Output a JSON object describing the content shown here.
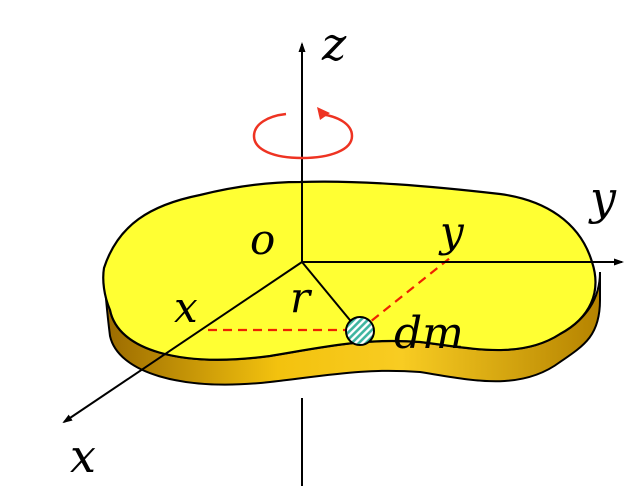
{
  "labels": {
    "z_axis": "z",
    "y_axis": "y",
    "x_axis": "x",
    "origin": "o",
    "radius": "r",
    "point_x": "x",
    "point_y": "y",
    "mass_element": "dm"
  },
  "colors": {
    "plate_top": "#ffff33",
    "plate_side_light": "#f5c40f",
    "plate_side_dark": "#b07800",
    "outline": "#000000",
    "rotation_arrow": "#ee3322",
    "projection_lines": "#ee2200",
    "mass_fill": "#3fb5a0"
  }
}
